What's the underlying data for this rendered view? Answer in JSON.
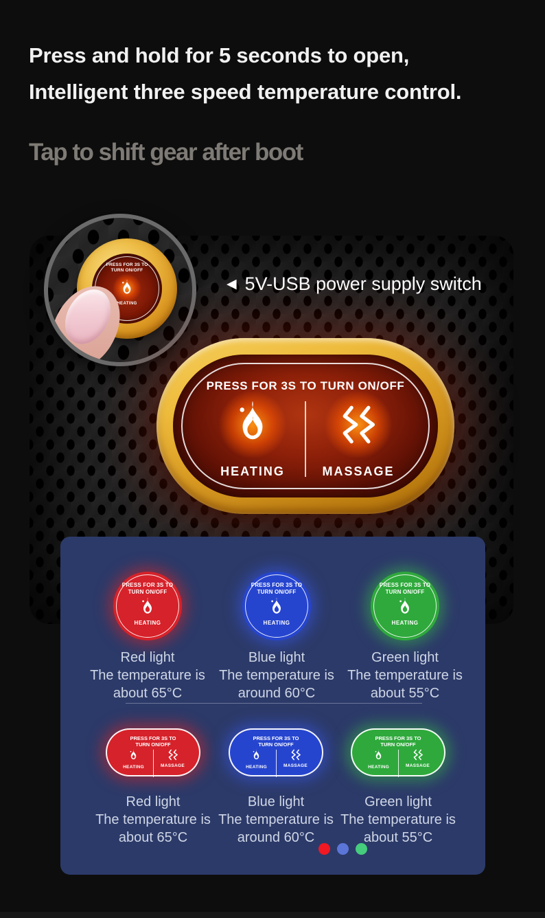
{
  "header": {
    "title_line1": "Press and hold for 5 seconds to open,",
    "title_line2": "Intelligent three speed temperature control.",
    "subtitle": "Tap to shift gear after boot"
  },
  "photo": {
    "callout": {
      "arrow": "◀",
      "label": "5V-USB power supply switch"
    },
    "magnifier_button": {
      "press_line1": "PRESS FOR 3S TO",
      "press_line2": "TURN ON/OFF",
      "label": "HEATING"
    },
    "control_panel": {
      "title": "PRESS FOR 3S TO TURN ON/OFF",
      "heating_label": "HEATING",
      "massage_label": "MASSAGE"
    }
  },
  "colors": {
    "background": "#0d0d0d",
    "gold": "#e2a832",
    "panel_background": "#2c3a69",
    "red_button": "#d6222a",
    "blue_button": "#2645cf",
    "green_button": "#2fa93c"
  },
  "gear_panel": {
    "round_buttons": [
      {
        "name": "red",
        "color": "#d6222a",
        "press_line1": "PRESS FOR 3S TO",
        "press_line2": "TURN ON/OFF",
        "label": "HEATING",
        "caption_line1": "Red light",
        "caption_line2": "The temperature is",
        "caption_line3": "about 65°C"
      },
      {
        "name": "blue",
        "color": "#2645cf",
        "press_line1": "PRESS FOR 3S TO",
        "press_line2": "TURN ON/OFF",
        "label": "HEATING",
        "caption_line1": "Blue light",
        "caption_line2": "The temperature is",
        "caption_line3": "around 60°C"
      },
      {
        "name": "green",
        "color": "#2fa93c",
        "press_line1": "PRESS FOR 3S TO",
        "press_line2": "TURN ON/OFF",
        "label": "HEATING",
        "caption_line1": "Green light",
        "caption_line2": "The temperature is",
        "caption_line3": "about 55°C"
      }
    ],
    "oval_buttons": [
      {
        "name": "red",
        "color": "#d6222a",
        "press_line1": "PRESS FOR 3S TO",
        "press_line2": "TURN ON/OFF",
        "heating_label": "HEATING",
        "massage_label": "MASSAGE",
        "caption_line1": "Red light",
        "caption_line2": "The temperature is",
        "caption_line3": "about 65°C"
      },
      {
        "name": "blue",
        "color": "#2645cf",
        "press_line1": "PRESS FOR 3S TO",
        "press_line2": "TURN ON/OFF",
        "heating_label": "HEATING",
        "massage_label": "MASSAGE",
        "caption_line1": "Blue light",
        "caption_line2": "The temperature is",
        "caption_line3": "around 60°C"
      },
      {
        "name": "green",
        "color": "#2fa93c",
        "press_line1": "PRESS FOR 3S TO",
        "press_line2": "TURN ON/OFF",
        "heating_label": "HEATING",
        "massage_label": "MASSAGE",
        "caption_line1": "Green light",
        "caption_line2": "The temperature is",
        "caption_line3": "about 55°C"
      }
    ],
    "dots": [
      {
        "name": "red",
        "color": "#f01822"
      },
      {
        "name": "blue",
        "color": "#5b76d8"
      },
      {
        "name": "green",
        "color": "#45cc7d"
      }
    ]
  }
}
